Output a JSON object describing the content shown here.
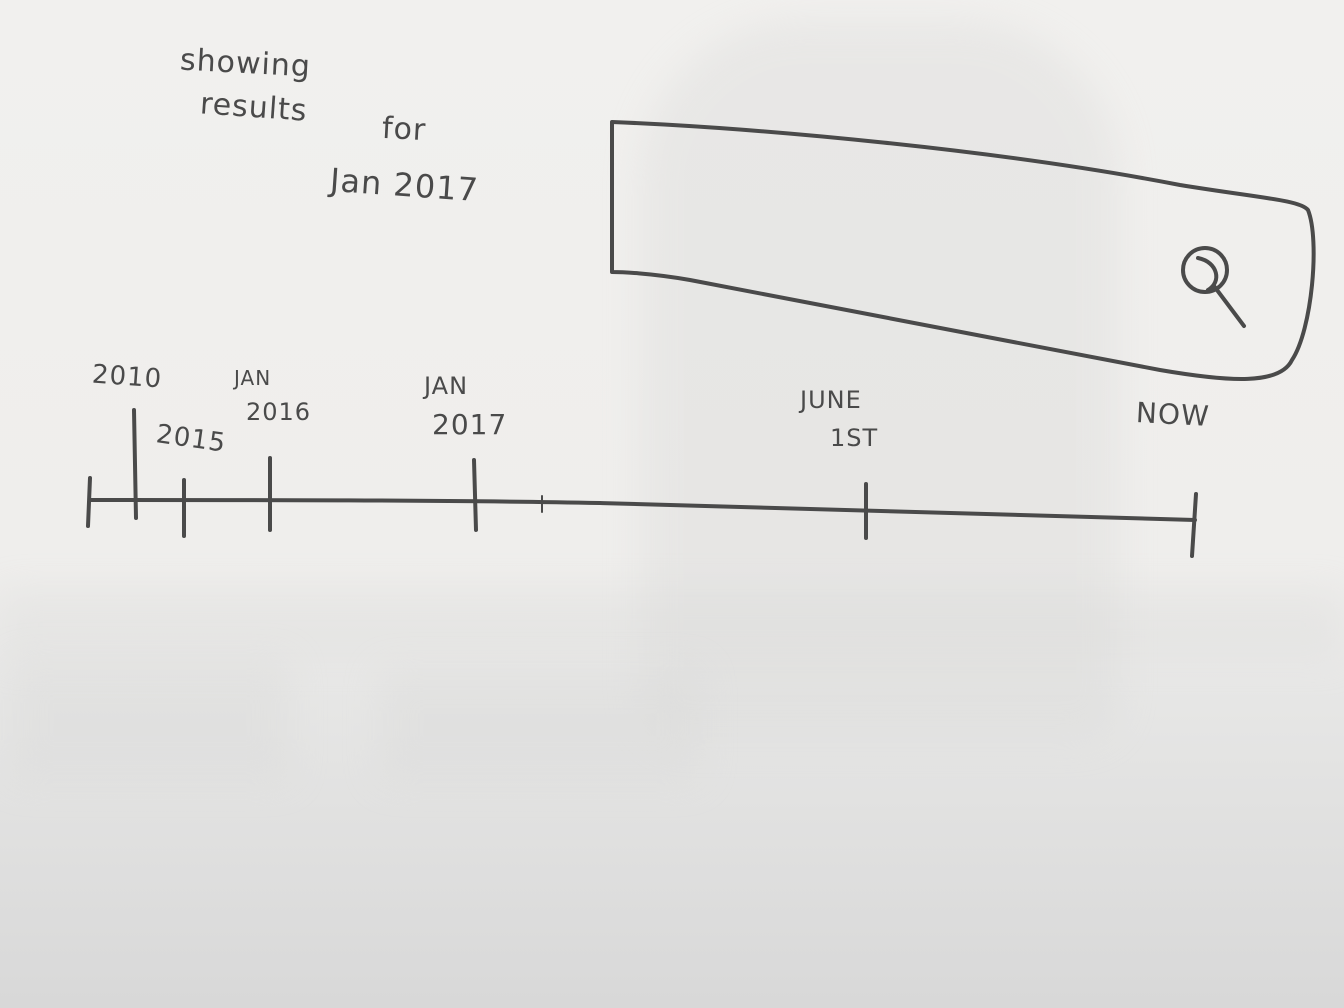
{
  "caption": {
    "line1": "showing",
    "line2": "results",
    "line3": "for",
    "line4": "Jan 2017"
  },
  "search_box": {
    "icon": "search-icon"
  },
  "timeline": {
    "labels": [
      {
        "id": "2010",
        "text": "2010"
      },
      {
        "id": "2015",
        "text": "2015"
      },
      {
        "id": "jan2016_a",
        "text": "JAN"
      },
      {
        "id": "jan2016_b",
        "text": "2016"
      },
      {
        "id": "jan2017_a",
        "text": "JAN"
      },
      {
        "id": "jan2017_b",
        "text": "2017"
      },
      {
        "id": "june_a",
        "text": "JUNE"
      },
      {
        "id": "june_b",
        "text": "1ST"
      },
      {
        "id": "now",
        "text": "NOW"
      }
    ]
  },
  "colors": {
    "ink": "#4a4a4a",
    "board": "#efeeec"
  }
}
